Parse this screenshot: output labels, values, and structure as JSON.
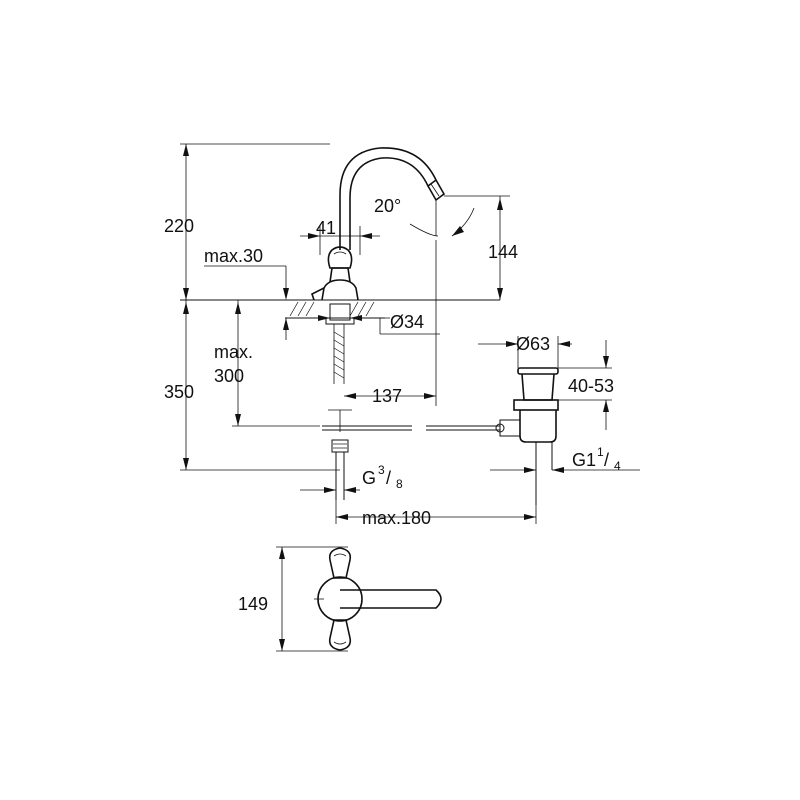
{
  "dimensions": {
    "d220": "220",
    "d41": "41",
    "d20deg": "20°",
    "d144": "144",
    "max30": "max.30",
    "d34": "Ø34",
    "max_label": "max.",
    "d300": "300",
    "d350": "350",
    "d137": "137",
    "d63": "Ø63",
    "d40_53": "40-53",
    "g3_8_main": "G",
    "g3_8_num": "3",
    "g3_8_den": "8",
    "g1_main": "G1",
    "g1_num": "1",
    "g1_den": "4",
    "max180": "max.180",
    "d149": "149"
  }
}
